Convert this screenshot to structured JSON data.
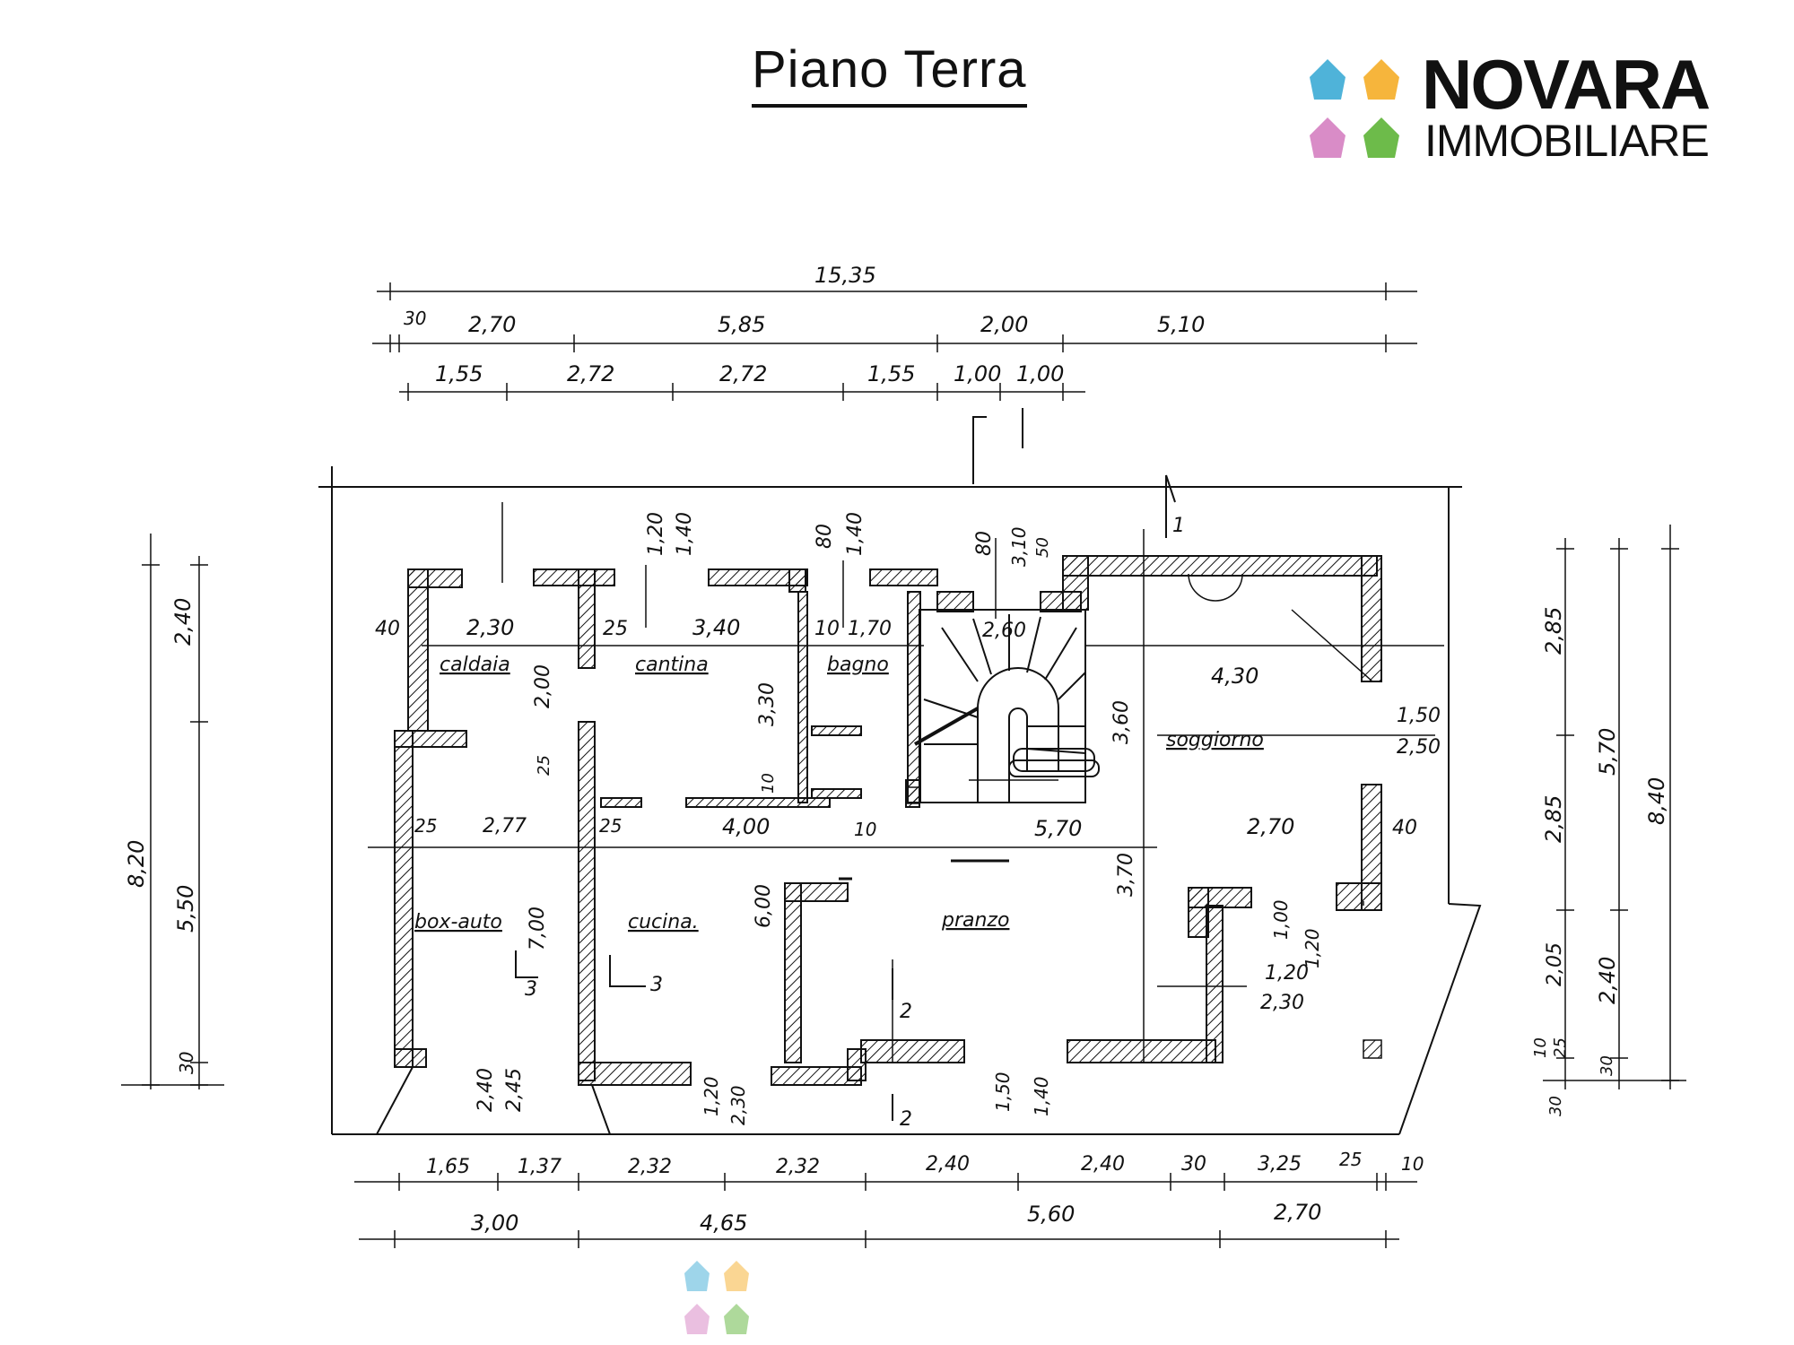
{
  "title": "Piano Terra",
  "logo": {
    "line1": "NOVARA",
    "line2": "IMMOBILIARE",
    "colors": {
      "blue": "#4fb3d9",
      "yellow": "#f6b53c",
      "pink": "#d98cc7",
      "green": "#6dbb4a"
    }
  },
  "rooms": {
    "caldaia": "caldaia",
    "cantina": "cantina",
    "bagno": "bagno",
    "soggiorno": "soggiorno",
    "box_auto": "box-auto",
    "cucina": "cucina.",
    "pranzo": "pranzo"
  },
  "dims": {
    "top_total": "15,35",
    "top_row2": [
      "30",
      "2,70",
      "5,85",
      "2,00",
      "5,10"
    ],
    "top_row3": [
      "1,55",
      "2,72",
      "2,72",
      "1,55",
      "1,00",
      "1,00"
    ],
    "bottom_row1": [
      "1,65",
      "1,37",
      "2,32",
      "2,32",
      "2,40",
      "2,40",
      "30",
      "3,25",
      "25",
      "10"
    ],
    "bottom_row2": [
      "3,00",
      "4,65",
      "5,60",
      "2,70"
    ],
    "left": [
      "2,40",
      "8,20",
      "5,50",
      "30"
    ],
    "right": [
      "2,85",
      "5,70",
      "2,85",
      "8,40",
      "2,05",
      "2,40",
      "10",
      "25",
      "30",
      "30"
    ],
    "interior": {
      "d40": "40",
      "d230": "2,30",
      "d25a": "25",
      "d340": "3,40",
      "d10": "10",
      "d170": "1,70",
      "d260": "2,60",
      "d120": "1,20",
      "d140": "1,40",
      "d80": "80",
      "d140b": "1,40",
      "d80b": "80",
      "d310": "3,10",
      "d50": "50",
      "d430": "4,30",
      "d200": "2,00",
      "d330": "3,30",
      "d360": "3,60",
      "d150": "1,50",
      "d250": "2,50",
      "d25b": "25",
      "d25c": "25",
      "d277": "2,77",
      "d25d": "25",
      "d400": "4,00",
      "d10b": "10",
      "d10c": "10",
      "d570": "5,70",
      "d270": "2,70",
      "d40b": "40",
      "d700": "7,00",
      "d600": "6,00",
      "d370": "3,70",
      "d100": "1,00",
      "d120b": "1,20",
      "d120c": "1,20",
      "d230b": "2,30",
      "d240": "2,40",
      "d245": "2,45",
      "d120d": "1,20",
      "d230c": "2,30",
      "d150b": "1,50",
      "d140c": "1,40"
    },
    "marks": {
      "m1": "1",
      "m2": "2",
      "m2b": "2",
      "m3": "3",
      "m3b": "3"
    }
  }
}
